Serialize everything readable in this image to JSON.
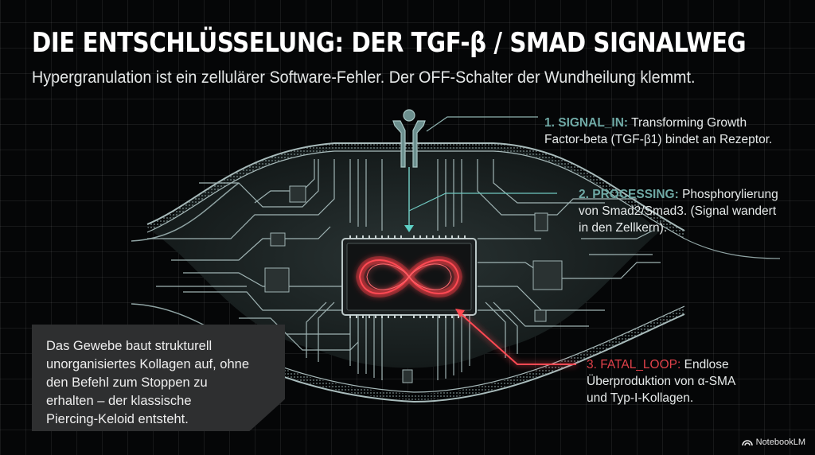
{
  "header": {
    "title": "DIE ENTSCHLÜSSELUNG: DER TGF-β / SMAD SIGNALWEG",
    "subtitle": "Hypergranulation ist ein zellulärer Software-Fehler. Der OFF-Schalter der Wundheilung klemmt."
  },
  "diagram": {
    "central_icon": "infinity-loop-icon",
    "receptor_icon": "receptor-icon",
    "colors": {
      "teal": "#6fa9a5",
      "red": "#e0414a",
      "circuit": "#9fb3b3",
      "background": "#050607"
    }
  },
  "callouts": [
    {
      "label": "1. SIGNAL_IN:",
      "text_line1": "Transforming Growth",
      "text_line2": "Factor-beta (TGF-β1) bindet an Rezeptor."
    },
    {
      "label": "2. PROCESSING:",
      "text_line1": "Phosphorylierung",
      "text_line2": "von Smad2/Smad3. (Signal wandert",
      "text_line3": "in den Zellkern)."
    },
    {
      "label": "3. FATAL_LOOP:",
      "text_line1": "Endlose",
      "text_line2": "Überproduktion von α-SMA",
      "text_line3": "und Typ-I-Kollagen."
    }
  ],
  "infobox": {
    "lines": [
      "Das Gewebe baut strukturell",
      "unorganisiertes Kollagen auf, ohne",
      "den Befehl zum Stoppen zu",
      "erhalten – der klassische",
      "Piercing-Keloid entsteht."
    ]
  },
  "branding": {
    "label": "NotebookLM",
    "icon": "notebooklm-logo-icon"
  }
}
